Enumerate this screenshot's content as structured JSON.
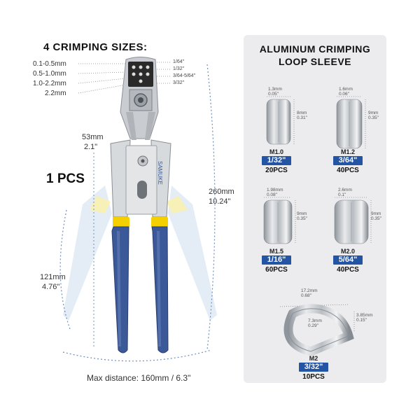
{
  "left": {
    "heading": "4 CRIMPING SIZES:",
    "sizes_mm": [
      "0.1-0.5mm",
      "0.5-1.0mm",
      "1.0-2.2mm",
      "2.2mm"
    ],
    "sizes_in": [
      "1/64\"",
      "1/32\"",
      "3/64-5/64\"",
      "3/32\""
    ],
    "jaw_width": [
      "53mm",
      "2.1\""
    ],
    "pcs": "1 PCS",
    "length": [
      "260mm",
      "10.24\""
    ],
    "handle_len": [
      "121mm",
      "4.76\""
    ],
    "max_distance": "Max distance:  160mm  /  6.3\"",
    "brand": "SAMUKE"
  },
  "panel": {
    "title_line1": "ALUMINUM CRIMPING",
    "title_line2": "LOOP SLEEVE",
    "items": [
      {
        "w_mm": "1.3mm",
        "w_in": "0.05\"",
        "h_mm": "8mm",
        "h_in": "0.31\"",
        "model": "M1.0",
        "size": "1/32\"",
        "qty": "20PCS"
      },
      {
        "w_mm": "1.6mm",
        "w_in": "0.06\"",
        "h_mm": "9mm",
        "h_in": "0.35\"",
        "model": "M1.2",
        "size": "3/64\"",
        "qty": "40PCS"
      },
      {
        "w_mm": "1.98mm",
        "w_in": "0.08\"",
        "h_mm": "9mm",
        "h_in": "0.35\"",
        "model": "M1.5",
        "size": "1/16\"",
        "qty": "60PCS"
      },
      {
        "w_mm": "2.6mm",
        "w_in": "0.1\"",
        "h_mm": "9mm",
        "h_in": "0.35\"",
        "model": "M2.0",
        "size": "5/64\"",
        "qty": "40PCS"
      }
    ],
    "thimble": {
      "outer_mm": "17.2mm",
      "outer_in": "0.68\"",
      "inner_mm": "7.3mm",
      "inner_in": "0.29\"",
      "thick_mm": "3.85mm",
      "thick_in": "0.15\"",
      "model": "M2",
      "size": "3/32\"",
      "qty": "10PCS"
    }
  },
  "colors": {
    "accent_blue": "#2455a4",
    "handle_blue": "#3b5998",
    "yellow": "#f4d000",
    "panel_bg": "#ececee"
  }
}
